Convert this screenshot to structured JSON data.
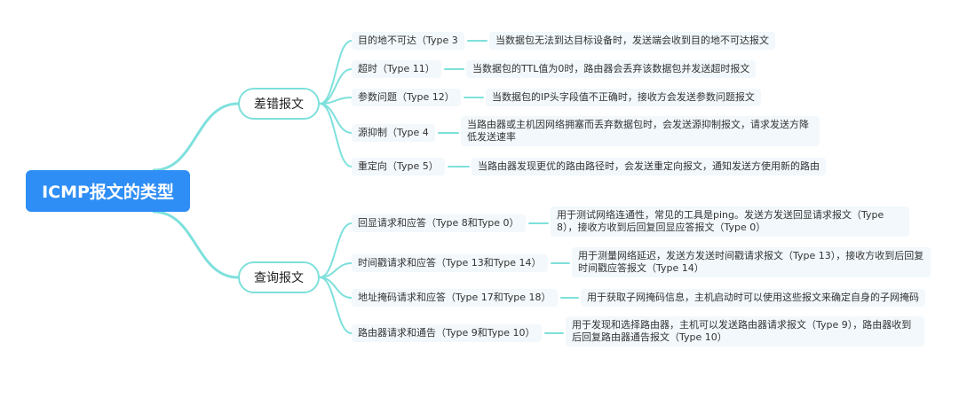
{
  "root": "ICMP报文的类型",
  "branches": [
    {
      "label": "差错报文",
      "items": [
        {
          "label": "目的地不可达（Type 3",
          "desc": "当数据包无法到达目标设备时，发送端会收到目的地不可达报文"
        },
        {
          "label": "超时（Type 11）",
          "desc": "当数据包的TTL值为0时，路由器会丢弃该数据包并发送超时报文"
        },
        {
          "label": "参数问题（Type 12）",
          "desc": "当数据包的IP头字段值不正确时，接收方会发送参数问题报文"
        },
        {
          "label": "源抑制（Type 4",
          "desc": "当路由器或主机因网络拥塞而丢弃数据包时，会发送源抑制报文，请求发送方降低发送速率"
        },
        {
          "label": "重定向（Type 5）",
          "desc": "当路由器发现更优的路由路径时，会发送重定向报文，通知发送方使用新的路由"
        }
      ]
    },
    {
      "label": "查询报文",
      "items": [
        {
          "label": "回显请求和应答（Type 8和Type 0）",
          "desc": "用于测试网络连通性，常见的工具是ping。发送方发送回显请求报文（Type 8），接收方收到后回复回显应答报文（Type 0）"
        },
        {
          "label": "时间戳请求和应答（Type 13和Type 14）",
          "desc": "用于测量网络延迟，发送方发送时间戳请求报文（Type 13），接收方收到后回复时间戳应答报文（Type 14）"
        },
        {
          "label": "地址掩码请求和应答（Type 17和Type 18）",
          "desc": "用于获取子网掩码信息，主机启动时可以使用这些报文来确定自身的子网掩码"
        },
        {
          "label": "路由器请求和通告（Type 9和Type 10）",
          "desc": "用于发现和选择路由器，主机可以发送路由器请求报文（Type 9），路由器收到后回复路由器通告报文（Type 10）"
        }
      ]
    }
  ]
}
